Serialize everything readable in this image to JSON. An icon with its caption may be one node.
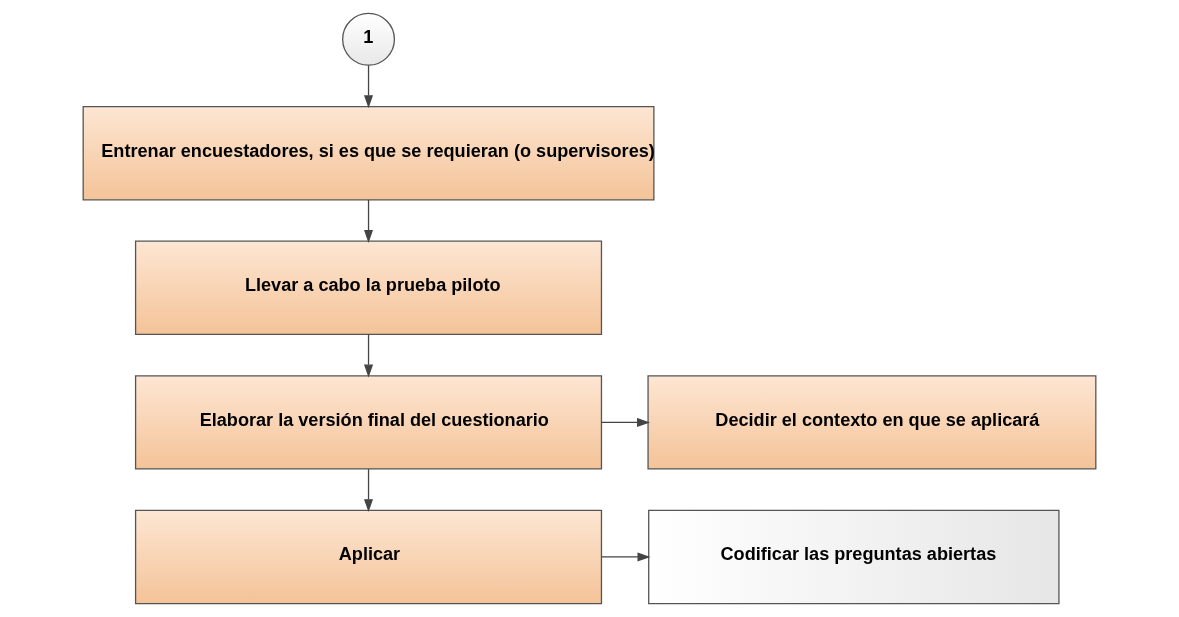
{
  "diagram": {
    "nodes": [
      {
        "text": [
          "1"
        ]
      },
      {
        "text": [
          "Entrenar encuestadores, si es que se requieran (o supervisores)"
        ]
      },
      {
        "text": [
          "Llevar a cabo la prueba piloto"
        ]
      },
      {
        "text": [
          "Elaborar la versión final del cuestionario"
        ]
      },
      {
        "text": [
          "Decidir el contexto en que se aplicará"
        ]
      },
      {
        "text": [
          "Aplicar"
        ]
      },
      {
        "text": [
          "Codificar las preguntas abiertas"
        ]
      }
    ],
    "edges": [
      {
        "from": 0,
        "to": 1,
        "arrow": "to"
      },
      {
        "from": 1,
        "to": 2,
        "arrow": "to"
      },
      {
        "from": 2,
        "to": 3,
        "arrow": "to"
      },
      {
        "from": 3,
        "to": 4,
        "arrow": "to"
      },
      {
        "from": 3,
        "to": 5,
        "arrow": "to"
      },
      {
        "from": 5,
        "to": 6,
        "arrow": "to"
      }
    ]
  }
}
